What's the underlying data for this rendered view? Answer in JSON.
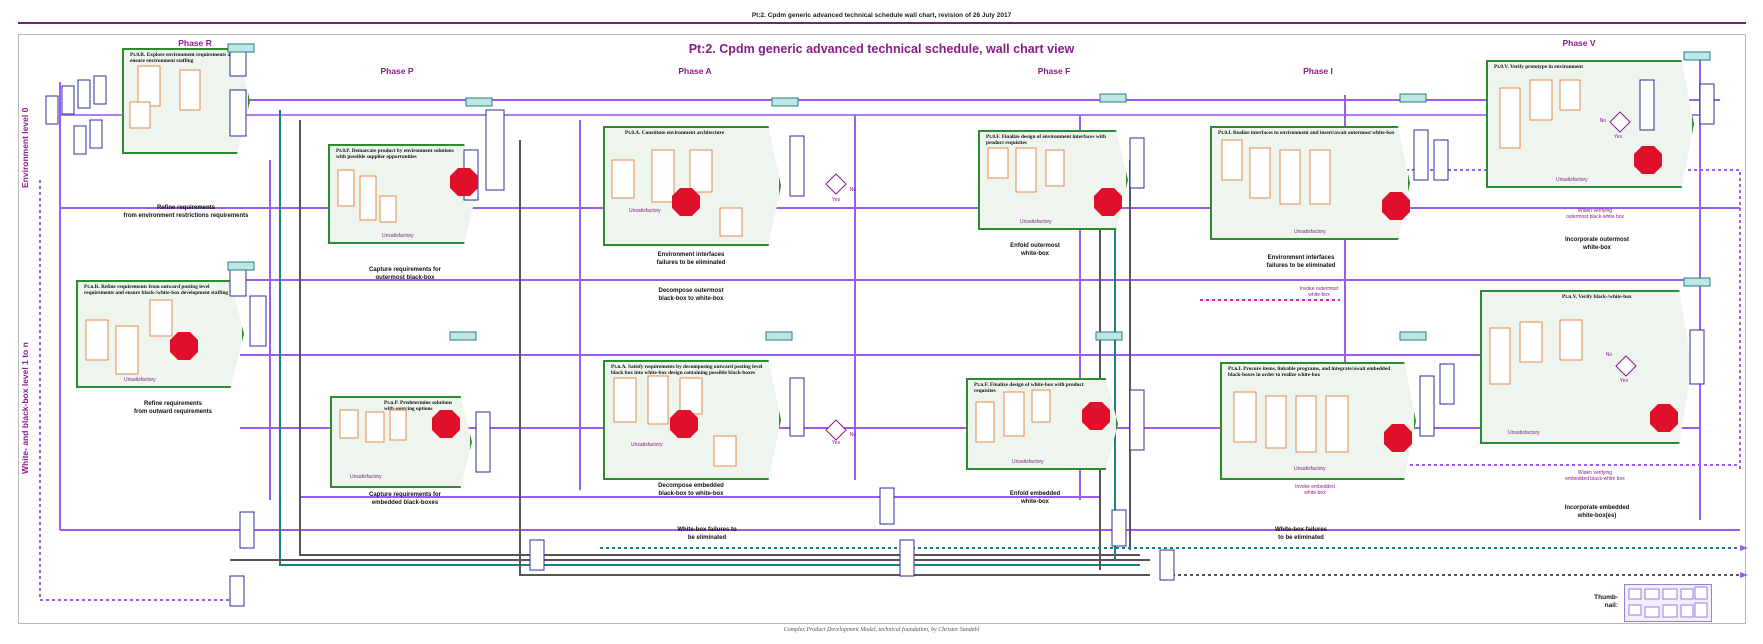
{
  "header": {
    "top_title": "Pt:2. Cpdm generic advanced technical schedule wall chart, revision of 26 July 2017",
    "main_title": "Pt:2. Cpdm generic advanced technical schedule, wall chart view"
  },
  "phases": {
    "r": "Phase R",
    "p": "Phase P",
    "a": "Phase A",
    "f": "Phase F",
    "i": "Phase I",
    "v": "Phase V"
  },
  "levels": {
    "env": "Environment level 0",
    "wbb": "White- and black-box level 1 to n"
  },
  "boxes": {
    "r_upper": "Pt.0.R. Explore environment requirements and ensure environment staffing",
    "p_upper": "Pt.0.P. Demarcate product by environment solutions with possible supplier opportunities",
    "a_upper": "Pt.0.A. Constitute environment architecture",
    "f_upper": "Pt.0.F. Finalize design of environment interfaces with product requisites",
    "i_upper": "Pt.0.I. Realize interfaces to environment and insert/await outermost white-box",
    "v_upper": "Pt.0.V. Verify prototype in environment",
    "r_lower": "Pt.n.R. Refine requirements from outward posting level requirements and ensure black-/white-box development staffing",
    "p_lower": "Pt.n.P. Predetermine solutions with sourcing options",
    "a_lower": "Pt.n.A. Satisfy requirements by decomposing outward posting level black box into white-box design containing possible black-boxes",
    "f_lower": "Pt.n.F. Finalize design of white-box with product requisites",
    "i_lower": "Pt.n.I. Procure items, linkable programs, and integrate/await embedded black-boxes in order to realize white-box",
    "v_lower": "Pt.n.V. Verify black-/white-box"
  },
  "unsatisfactory": "Unsatisfactory",
  "notes": {
    "refine_env": "Refine requirements\nfrom environment restrictions requirements",
    "capture_outer": "Capture requirements for\noutermost black-box",
    "refine_outward": "Refine requirements\nfrom outward requirements",
    "capture_embedded": "Capture requirements for\nembedded black-boxes",
    "env_fail_a": "Environment interfaces\nfailures to be eliminated",
    "decompose_outer": "Decompose outermost\nblack-box to white-box",
    "decompose_embedded": "Decompose embedded\nblack-box to white-box",
    "wb_fail_a": "White-box failures to\nbe eliminated",
    "enfold_outer": "Enfold outermost\nwhite-box",
    "enfold_embedded": "Enfold embedded\nwhite-box",
    "env_fail_i": "Environment interfaces\nfailures to be eliminated",
    "wb_fail_i": "White-box failures\nto be eliminated",
    "incorporate_outer": "Incorporate outermost\nwhite-box",
    "incorporate_embedded": "Incorporate embedded\nwhite-box(es)",
    "widen_outer": "Widen verifying\noutermost black-white box",
    "widen_embedded": "Widen verifying\nembedded black-white box",
    "invoke_outer": "Invoke outermost\nwhite-box",
    "invoke_embedded": "Invoke embedded\nwhite-box"
  },
  "decisions": {
    "yes": "Yes",
    "no": "No"
  },
  "thumbnail": "Thumb-\nnail:",
  "footer": "Complex Product Development Model, technical foundation, by Christer Sandahl",
  "colors": {
    "brand": "#8b1a8b",
    "box_border": "#2e8b2e",
    "box_fill": "#eef5ee",
    "flow_purple": "#9b5cf0",
    "flow_magenta": "#e020c0",
    "flow_teal": "#1f7f7f",
    "flow_gray": "#555555",
    "flow_blue": "#2d2d9e",
    "stop_red": "#e0102a"
  }
}
